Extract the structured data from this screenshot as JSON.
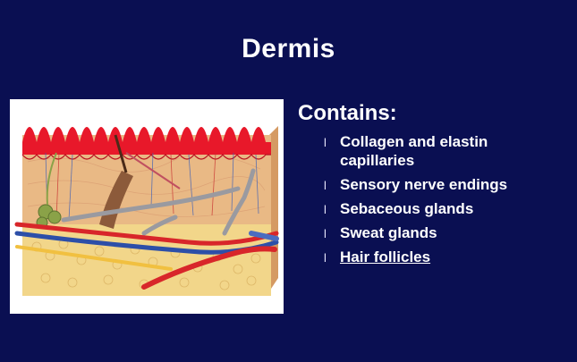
{
  "slide": {
    "title": "Dermis",
    "heading": "Contains:",
    "bullet_marker": "l",
    "bullets": [
      "Collagen and elastin capillaries",
      "Sensory nerve endings",
      "Sebaceous glands",
      "Sweat glands",
      "Hair follicles"
    ],
    "figure_icon": "skin-cross-section-illustration"
  },
  "colors": {
    "background": "#0a0f52",
    "text": "#ffffff",
    "papillae_red": "#e8182a",
    "dermis_tan": "#e9b985",
    "fat_yellow": "#f2d68a",
    "vein_blue": "#2d4fa8",
    "artery_red": "#d8262a",
    "nerve_gray": "#9a9aa0"
  }
}
